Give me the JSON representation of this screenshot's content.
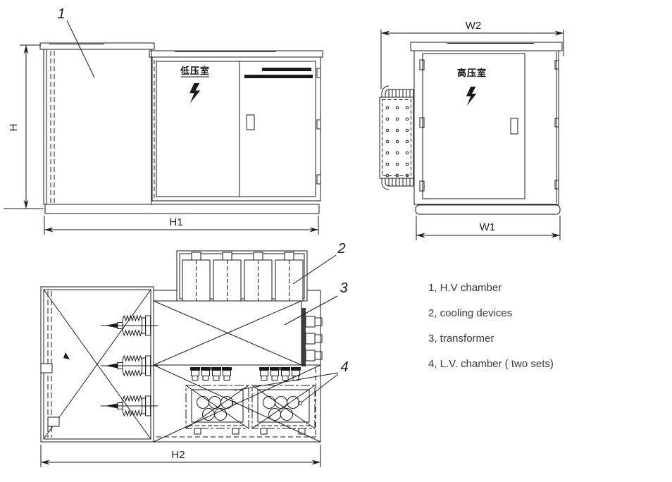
{
  "drawing": {
    "front_view": {
      "room_label": "低压室",
      "dim_height": "H",
      "dim_width": "H1",
      "callout": "1"
    },
    "side_view": {
      "room_label": "高压室",
      "dim_top": "W2",
      "dim_bottom": "W1"
    },
    "plan_view": {
      "dim_width": "H2",
      "callout_cooling": "2",
      "callout_transformer": "3",
      "callout_lv": "4"
    },
    "legend": {
      "items": [
        "1, H.V chamber",
        "2, cooling devices",
        "3, transformer",
        "4, L.V. chamber ( two sets)"
      ]
    }
  }
}
